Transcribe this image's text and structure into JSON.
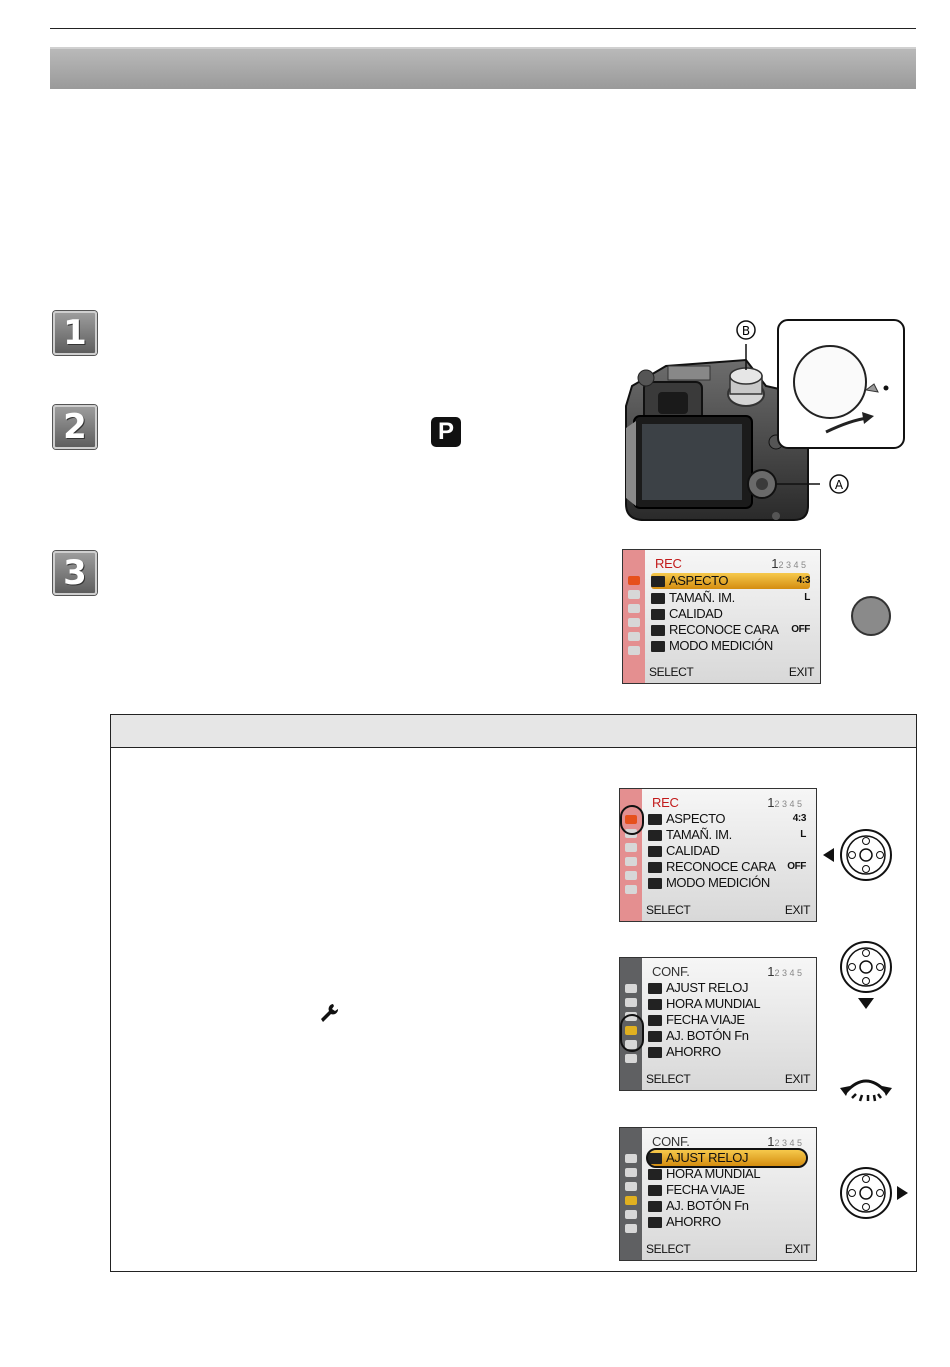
{
  "steps": [
    "1",
    "2",
    "3"
  ],
  "mode_badge": "P",
  "callouts": {
    "a": "A",
    "b": "B"
  },
  "rec_menu": {
    "title": "REC",
    "page": "1",
    "page_rest": "2 3 4 5",
    "items": [
      {
        "label": "ASPECTO",
        "value": "4:3"
      },
      {
        "label": "TAMAÑ. IM.",
        "value": "L"
      },
      {
        "label": "CALIDAD",
        "value": ""
      },
      {
        "label": "RECONOCE CARA",
        "value": "OFF"
      },
      {
        "label": "MODO MEDICIÓN",
        "value": ""
      }
    ],
    "footer_left": "SELECT",
    "footer_right": "EXIT"
  },
  "conf_menu": {
    "title": "CONF.",
    "page": "1",
    "page_rest": "2 3 4 5",
    "items": [
      {
        "label": "AJUST RELOJ",
        "value": ""
      },
      {
        "label": "HORA MUNDIAL",
        "value": ""
      },
      {
        "label": "FECHA VIAJE",
        "value": ""
      },
      {
        "label": "AJ. BOTÓN Fn",
        "value": ""
      },
      {
        "label": "AHORRO",
        "value": ""
      }
    ],
    "footer_left": "SELECT",
    "footer_right": "EXIT"
  },
  "icons": {
    "wrench": "wrench-icon",
    "cursor": "cursor-buttons-icon",
    "control_dial": "rear-dial-icon"
  }
}
